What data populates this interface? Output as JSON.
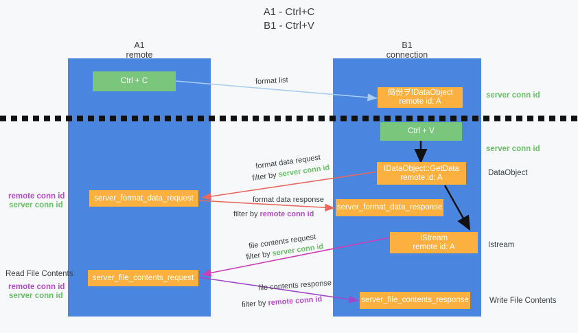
{
  "title": {
    "line1": "A1 - Ctrl+C",
    "line2": "B1 - Ctrl+V"
  },
  "columns": [
    {
      "name": "A1",
      "sub": "remote"
    },
    {
      "name": "B1",
      "sub": "connection"
    }
  ],
  "colors": {
    "panel_blue": "#4a86e0",
    "box_green": "#7ac67d",
    "box_orange": "#fbb040",
    "server_conn_green": "#6abf69",
    "remote_conn_purple": "#b44bc8",
    "arrow_light_blue": "#a8cdf0",
    "arrow_red": "#e8685d",
    "arrow_magenta": "#cc3fb8",
    "arrow_purple": "#a048c8",
    "arrow_black": "#000000",
    "text_dark": "#3c4043"
  },
  "boxes": {
    "ctrl_c": "Ctrl + C",
    "ctrl_v": "Ctrl + V",
    "idataobject_l1": "偈份ヺIDataObject",
    "idataobject_l2": "remote id: A",
    "getdata_l1": "IDataObject::GetData",
    "getdata_l2": "remote id: A",
    "istream_l1": "IStream",
    "istream_l2": "remote id: A",
    "server_format_data_request": "server_format_data_request",
    "server_format_data_response": "server_format_data_response",
    "server_file_contents_request": "server_file_contents_request",
    "server_file_contents_response": "server_file_contents_response"
  },
  "edge_labels": {
    "format_list": "format list",
    "format_data_request": "format data request",
    "format_data_request_filter_pre": "filter by ",
    "format_data_request_filter_key": "server conn id",
    "format_data_response": "format data response",
    "format_data_response_filter_pre": "filter by ",
    "format_data_response_filter_key": "remote conn id",
    "file_contents_request": "file contents request",
    "file_contents_request_filter_pre": "filter by ",
    "file_contents_request_filter_key": "server conn id",
    "file_contents_response": "file contents response",
    "file_contents_response_filter_pre": "filter by ",
    "file_contents_response_filter_key": "remote conn id"
  },
  "right_labels": {
    "server_conn_id_top": "server conn id",
    "server_conn_id_mid": "server conn id",
    "dataobject": "DataObject",
    "istream": "Istream",
    "write_file_contents": "Write File Contents"
  },
  "left_labels": {
    "remote_conn_id_1": "remote conn id",
    "server_conn_id_1": "server conn id",
    "read_file_contents": "Read File Contents",
    "remote_conn_id_2": "remote conn id",
    "server_conn_id_2": "server conn id"
  }
}
